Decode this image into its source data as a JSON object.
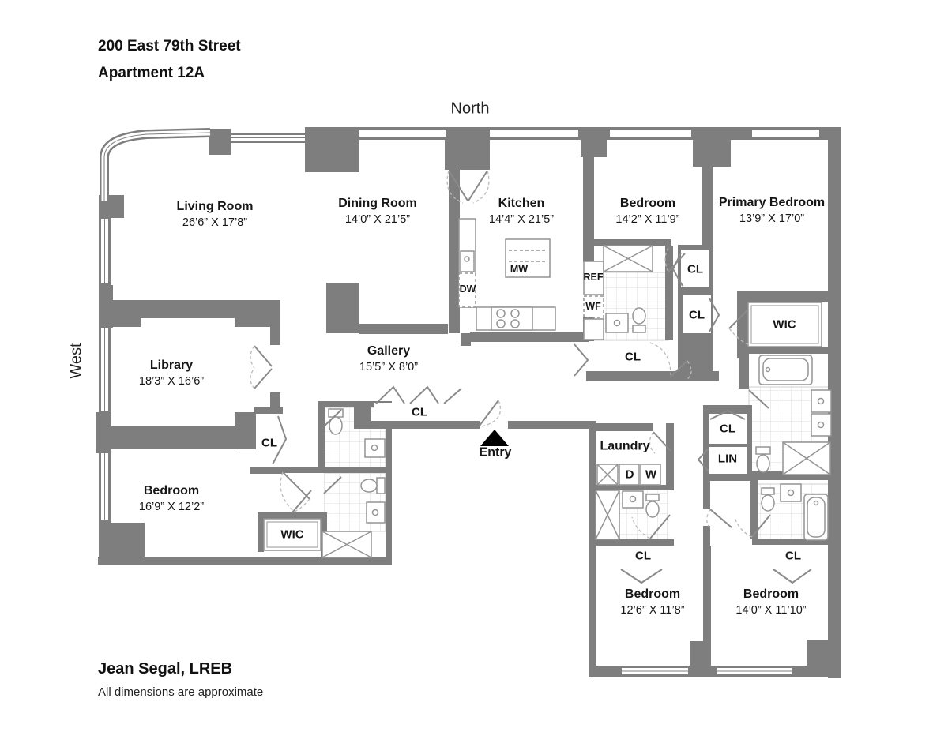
{
  "header": {
    "address": "200 East 79th Street",
    "apartment": "Apartment 12A"
  },
  "compass": {
    "north": "North",
    "west": "West"
  },
  "rooms": {
    "living": {
      "name": "Living Room",
      "dims": "26’6” X 17’8”"
    },
    "dining": {
      "name": "Dining Room",
      "dims": "14’0” X 21’5”"
    },
    "kitchen": {
      "name": "Kitchen",
      "dims": "14’4” X 21’5”"
    },
    "bedroom_ne": {
      "name": "Bedroom",
      "dims": "14’2” X 11’9”"
    },
    "primary": {
      "name": "Primary Bedroom",
      "dims": "13’9” X 17’0”"
    },
    "library": {
      "name": "Library",
      "dims": "18’3” X 16’6”"
    },
    "gallery": {
      "name": "Gallery",
      "dims": "15’5” X 8’0”"
    },
    "bedroom_w": {
      "name": "Bedroom",
      "dims": "16’9” X 12’2”"
    },
    "bedroom_s1": {
      "name": "Bedroom",
      "dims": "12’6” X 11’8”"
    },
    "bedroom_s2": {
      "name": "Bedroom",
      "dims": "14’0” X 11’10”"
    },
    "laundry": {
      "name": "Laundry"
    },
    "entry": {
      "name": "Entry"
    }
  },
  "labels": {
    "cl": "CL",
    "wic": "WIC",
    "lin": "LIN",
    "ref": "REF",
    "wf": "WF",
    "dw": "DW",
    "mw": "MW",
    "dryer": "D",
    "washer": "W"
  },
  "footer": {
    "agent": "Jean Segal, LREB",
    "disclaimer": "All dimensions are approximate"
  },
  "colors": {
    "wall": "#7e7e7e",
    "fixture": "#8f8f8f",
    "tile": "#d8d8d8",
    "text": "#1a1a1a"
  }
}
